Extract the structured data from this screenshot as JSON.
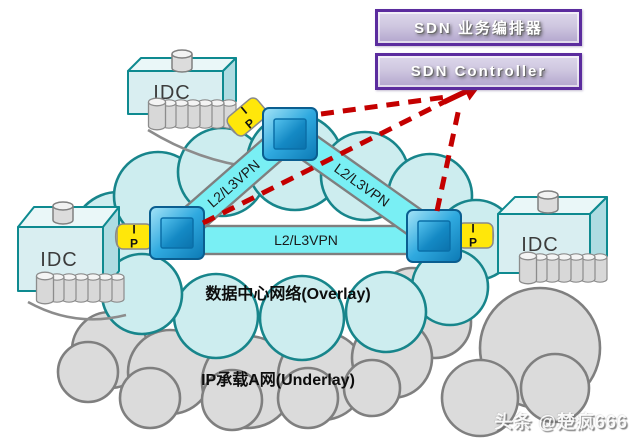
{
  "sdn_stack": {
    "orchestrator_label": "SDN 业务编排器",
    "controller_label": "SDN Controller"
  },
  "clouds": {
    "overlay_label": "数据中心网络(Overlay)",
    "underlay_label": "IP承载A网(Underlay)"
  },
  "idc_boxes": {
    "top_label": "IDC",
    "left_label": "IDC",
    "right_label": "IDC"
  },
  "links": {
    "left_label": "L2/L3VPN",
    "right_label": "L2/L3VPN",
    "bottom_label": "L2/L3VPN"
  },
  "ports": {
    "line1": "I",
    "line2": "P"
  },
  "watermark": "头条 @楚疯666",
  "colors": {
    "overlay_cloud_fill": "#CDEDEF",
    "overlay_cloud_stroke": "#17858B",
    "underlay_cloud_fill": "#DBDBDB",
    "underlay_cloud_stroke": "#7F7F7F",
    "link_fill": "#79EFF4",
    "link_stroke": "#7F7F7F",
    "node_blue": "#1E95CE",
    "port_yellow": "#FFE70A",
    "control_path_red": "#C40000",
    "sdn_border_purple": "#5B2C9E",
    "idc_fill": "#D9EEF1",
    "idc_stroke": "#0E8A90"
  }
}
